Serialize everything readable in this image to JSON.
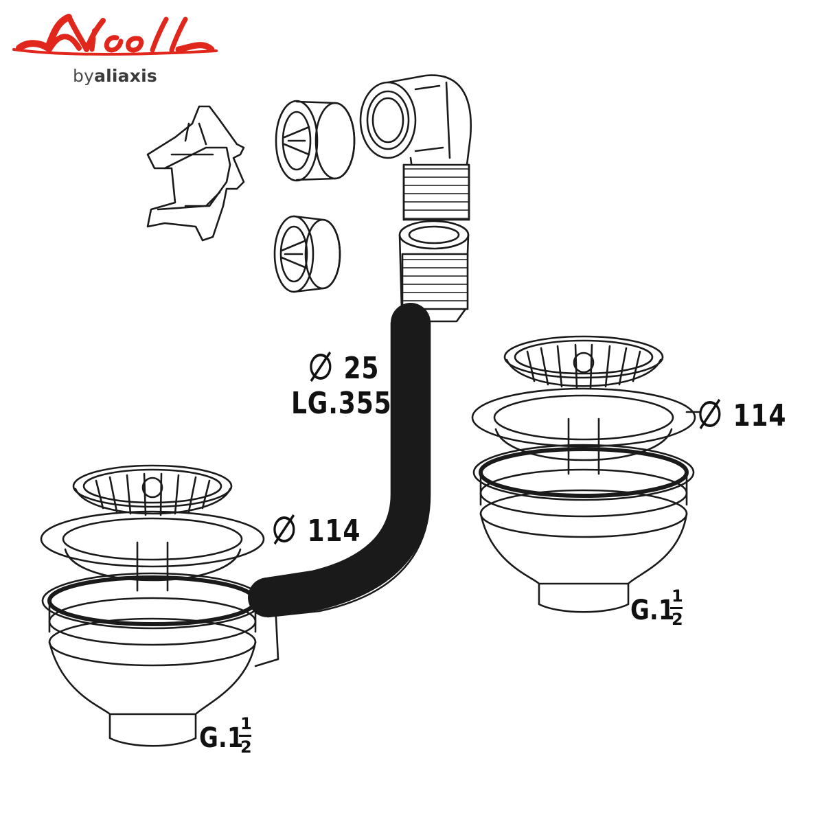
{
  "brand": {
    "logo_text": "Nicoll",
    "by_label": "by",
    "parent_label": "aliaxis",
    "logo_color": "#e1261c"
  },
  "labels": {
    "diameter_symbol": "Ø",
    "hose_diameter": "25",
    "hose_length": "LG.355",
    "left_basket_diameter": "114",
    "right_basket_diameter": "114",
    "thread_prefix": "G.1",
    "thread_numerator": "1",
    "thread_denominator": "2"
  }
}
